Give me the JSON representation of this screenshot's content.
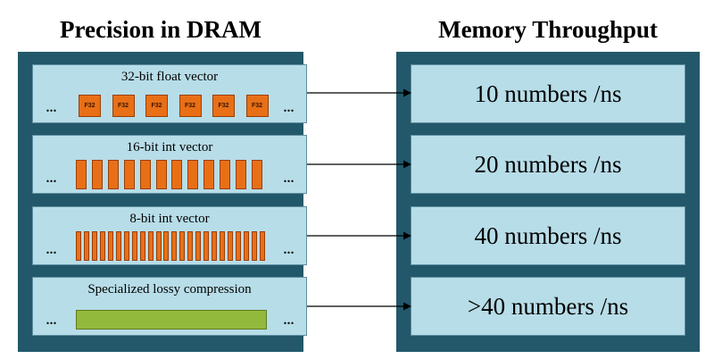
{
  "titles": {
    "left": "Precision in DRAM",
    "right": "Memory Throughput"
  },
  "rows": [
    {
      "label": "32-bit float vector",
      "cell_label": "F32",
      "cell_count": 6,
      "throughput": "10 numbers /ns"
    },
    {
      "label": "16-bit int vector",
      "cell_count": 12,
      "throughput": "20 numbers /ns"
    },
    {
      "label": "8-bit int vector",
      "cell_count": 24,
      "throughput": "40 numbers /ns"
    },
    {
      "label": "Specialized lossy compression",
      "throughput": ">40 numbers /ns"
    }
  ],
  "ellipsis": "...",
  "colors": {
    "panel": "#22586a",
    "box": "#b7dde8",
    "cell": "#e96f16",
    "compressed": "#93b93c"
  }
}
